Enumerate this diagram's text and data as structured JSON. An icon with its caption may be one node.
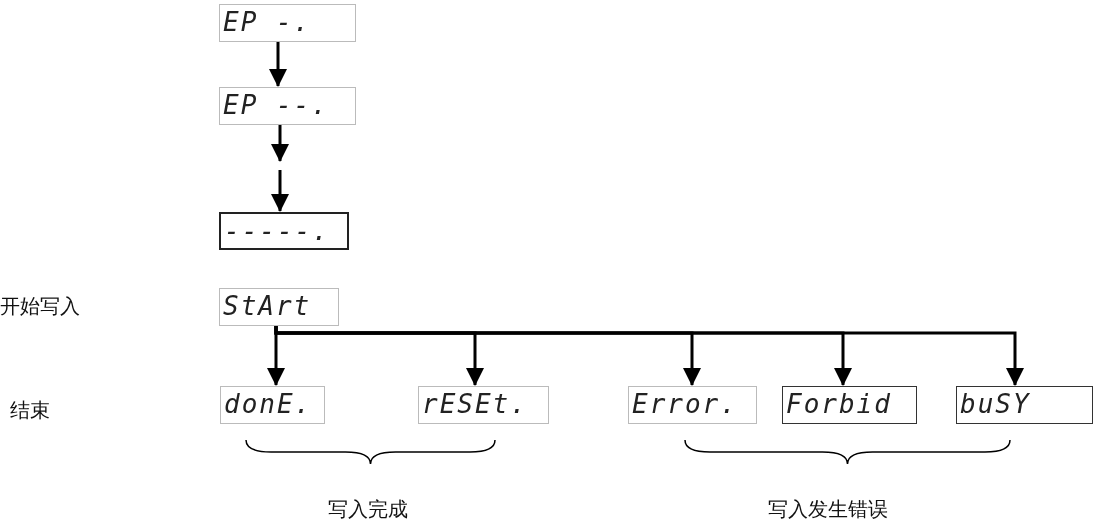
{
  "diagram": {
    "nodes": [
      {
        "text": [
          "EP -."
        ]
      },
      {
        "text": [
          "EP --."
        ]
      },
      {
        "text": [
          "-----."
        ]
      },
      {
        "text": [
          "StArt"
        ]
      },
      {
        "text": [
          "donE."
        ]
      },
      {
        "text": [
          "rESEt."
        ]
      },
      {
        "text": [
          "Error."
        ]
      },
      {
        "text": [
          "Forbid"
        ]
      },
      {
        "text": [
          "buSY"
        ]
      }
    ],
    "edges": [
      {
        "from": 0,
        "to": 1,
        "arrow": "to"
      },
      {
        "from": 1,
        "to": null,
        "arrow": "to"
      },
      {
        "from": null,
        "to": 2,
        "arrow": "to"
      },
      {
        "from": 3,
        "to": 4,
        "arrow": "to"
      },
      {
        "from": 3,
        "to": 5,
        "arrow": "to"
      },
      {
        "from": 3,
        "to": 6,
        "arrow": "to"
      },
      {
        "from": 3,
        "to": 7,
        "arrow": "to"
      },
      {
        "from": 3,
        "to": 8,
        "arrow": "to"
      }
    ],
    "labels": [
      "开始写入",
      "结束",
      "写入完成",
      "写入发生错误"
    ]
  }
}
